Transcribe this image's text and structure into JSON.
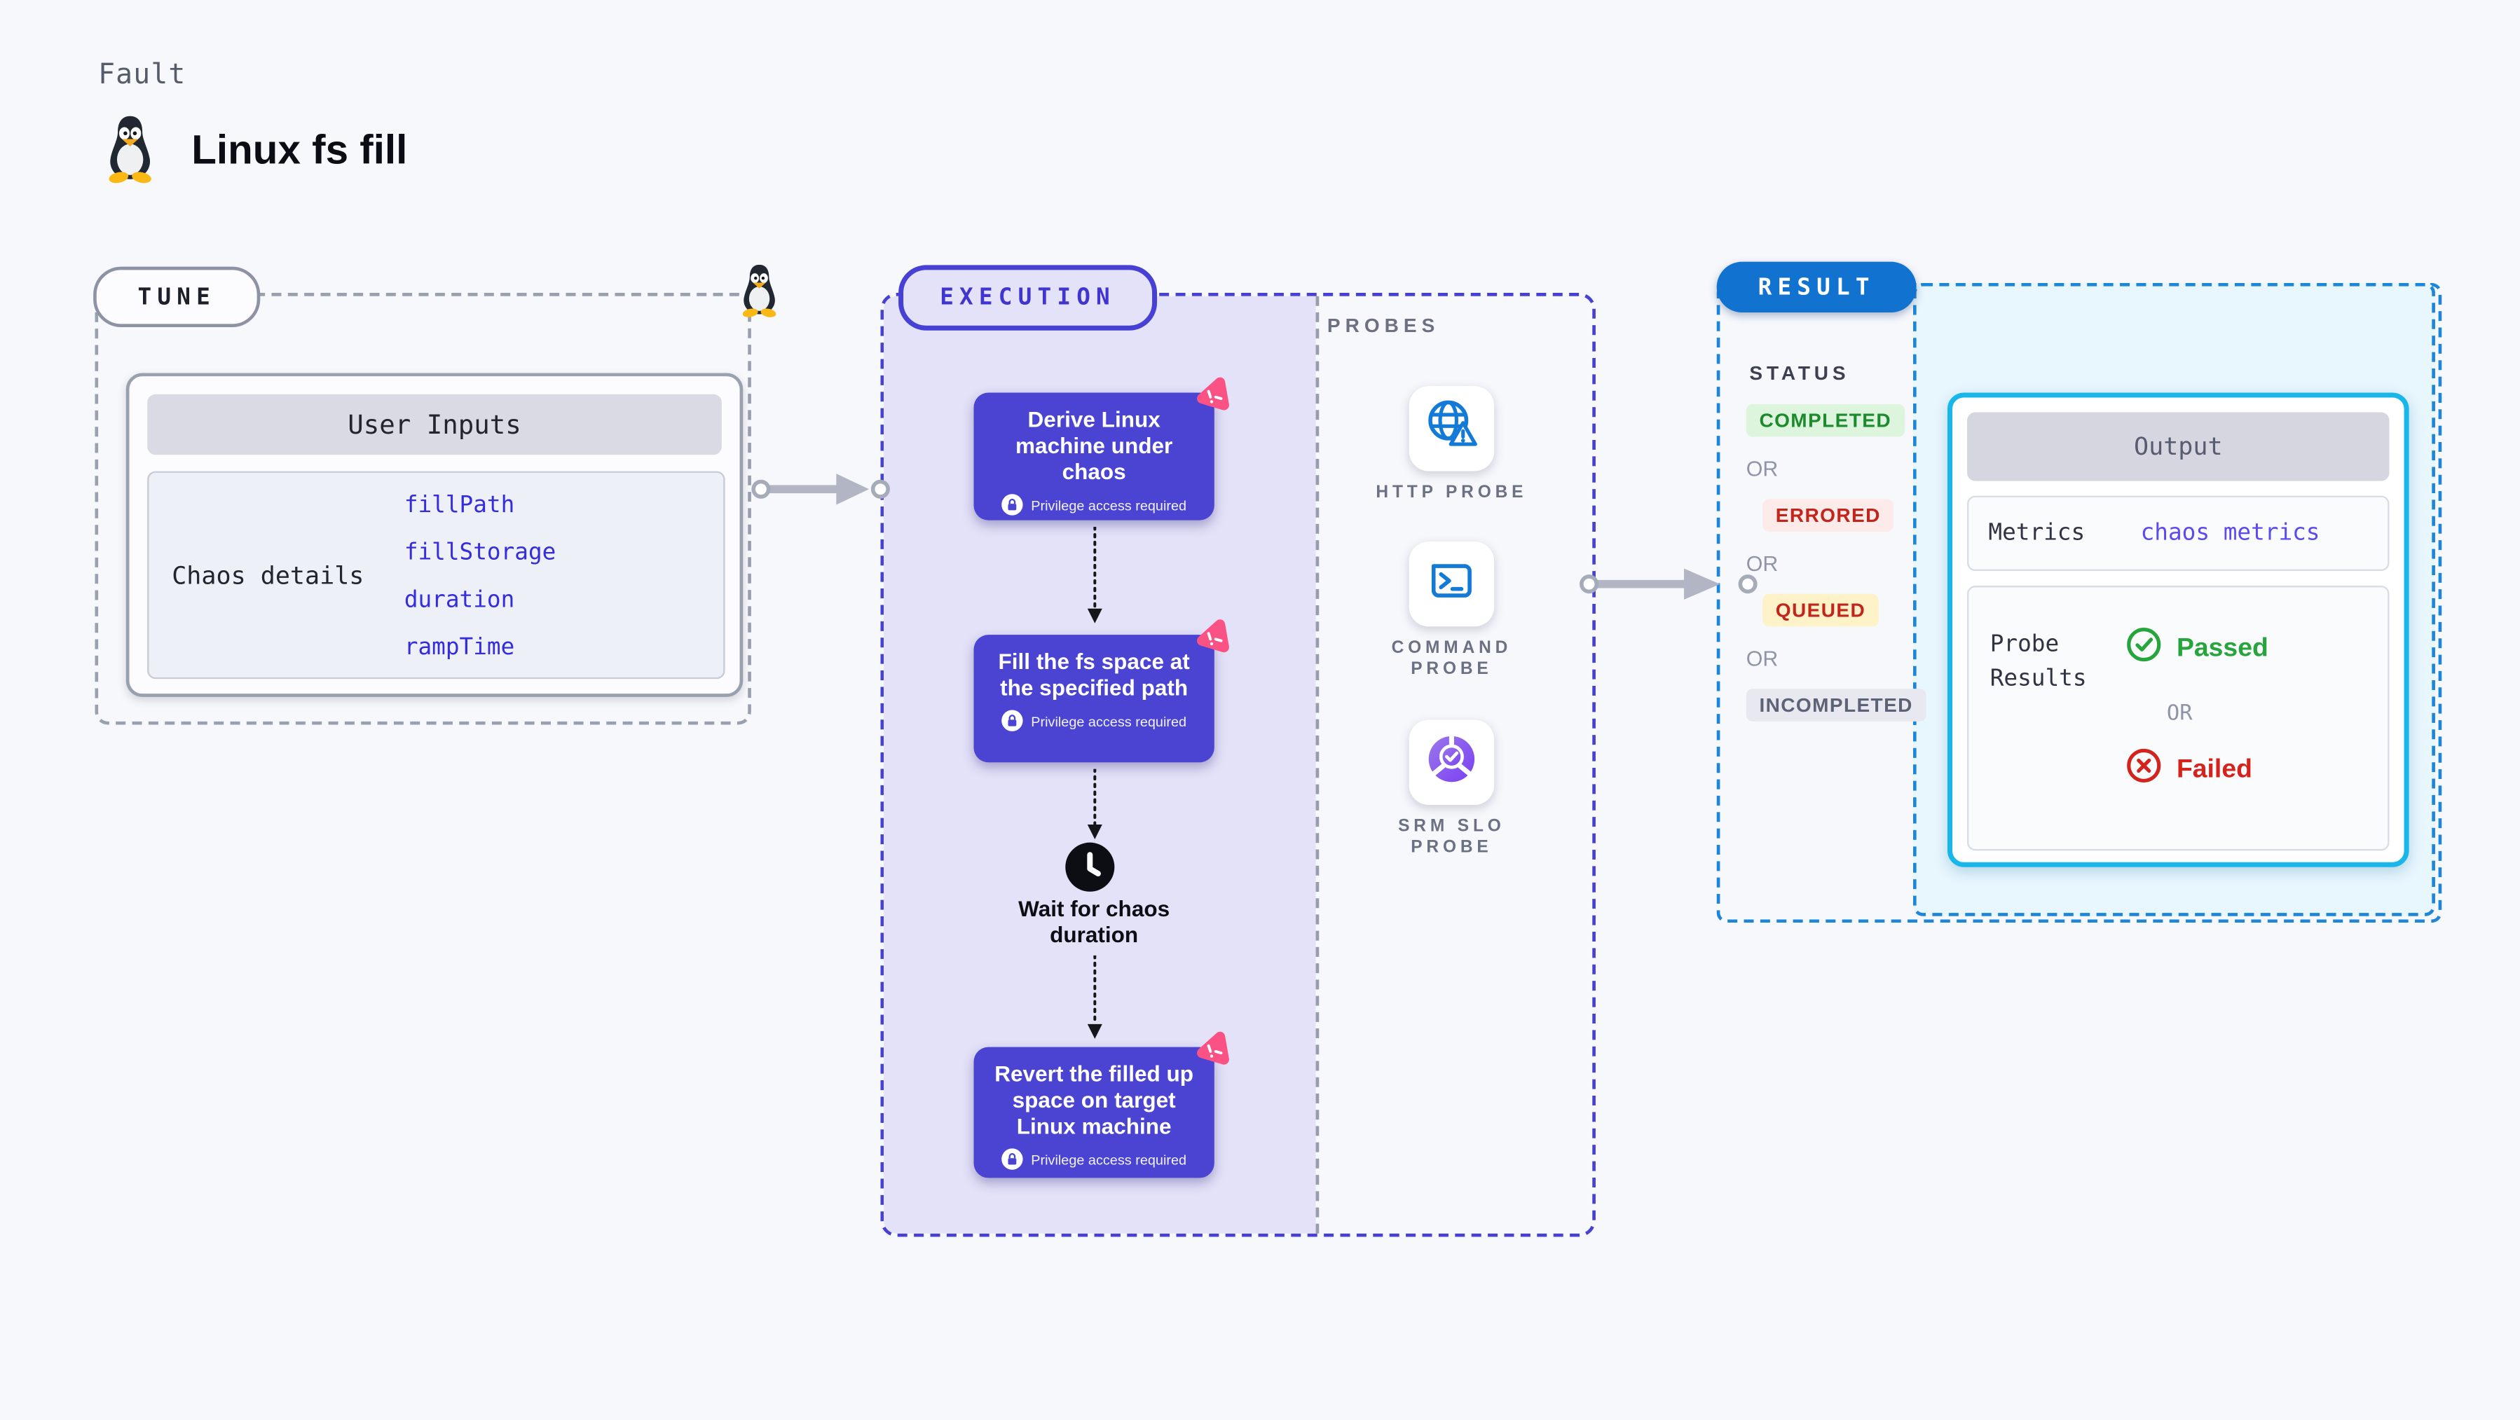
{
  "header": {
    "kicker": "Fault",
    "title": "Linux fs fill"
  },
  "tune": {
    "label": "TUNE",
    "card_title": "User Inputs",
    "row_label": "Chaos details",
    "values": [
      "fillPath",
      "fillStorage",
      "duration",
      "rampTime"
    ]
  },
  "execution": {
    "label": "EXECUTION",
    "steps": [
      "Derive Linux machine under chaos",
      "Fill the fs space at the specified path",
      "Revert the filled up space on target Linux machine"
    ],
    "privilege_label": "Privilege access required",
    "wait_label": "Wait for chaos duration"
  },
  "probes": {
    "label": "PROBES",
    "items": [
      "HTTP PROBE",
      "COMMAND PROBE",
      "SRM SLO PROBE"
    ]
  },
  "result": {
    "label": "RESULT",
    "status_heading": "STATUS",
    "or_label": "OR",
    "statuses": [
      "COMPLETED",
      "ERRORED",
      "QUEUED",
      "INCOMPLETED"
    ],
    "output": {
      "title": "Output",
      "metrics_label": "Metrics",
      "metrics_value": "chaos metrics",
      "probe_results_label": "Probe Results",
      "passed_label": "Passed",
      "or_label": "OR",
      "failed_label": "Failed"
    }
  },
  "colors": {
    "page_bg": "#f7f8fc",
    "gray_dash": "#9aa1ae",
    "indigo": "#4740d4",
    "lavender": "#e4e2f8",
    "card_indigo": "#4b44d2",
    "pink": "#fb5286",
    "value_blue": "#352cdd",
    "probe_blue": "#137ad8",
    "result_blue": "#1173cf",
    "result_dash": "#1e86d9",
    "cyan_border": "#18b6e9",
    "cyan_bg": "#e8f6fd",
    "green": "#27a53d",
    "red": "#d3231c"
  }
}
